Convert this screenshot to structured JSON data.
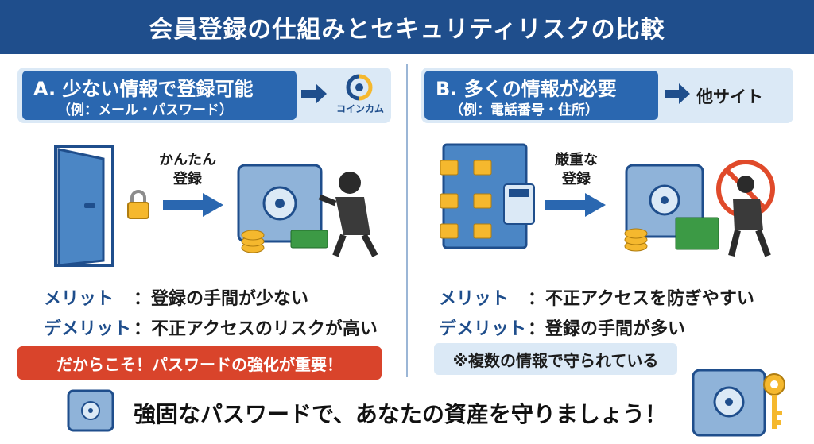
{
  "title": "会員登録の仕組みとセキュリティリスクの比較",
  "left": {
    "heading": "A. 少ない情報で登録可能",
    "subheading": "（例：メール・パスワード）",
    "destination": "コインカム",
    "arrow_label": "かんたん\n登録",
    "merit_label": "メリット",
    "merit_text": "：登録の手間が少ない",
    "demerit_label": "デメリット",
    "demerit_text": "：不正アクセスのリスクが高い",
    "callout": "だからこそ！パスワードの強化が重要！"
  },
  "right": {
    "heading": "B. 多くの情報が必要",
    "subheading": "（例：電話番号・住所）",
    "destination": "他サイト",
    "arrow_label": "厳重な\n登録",
    "merit_label": "メリット",
    "merit_text": "：不正アクセスを防ぎやすい",
    "demerit_label": "デメリット",
    "demerit_text": "：登録の手間が多い",
    "note": "※複数の情報で守られている"
  },
  "footer": "強固なパスワードで、あなたの資産を守りましょう！",
  "colors": {
    "header": "#1f4e8c",
    "panel": "#dbe9f6",
    "label_blue": "#2a67b0",
    "callout_red": "#d9442b",
    "coin": "#f5b82e",
    "money": "#3c9a45"
  }
}
